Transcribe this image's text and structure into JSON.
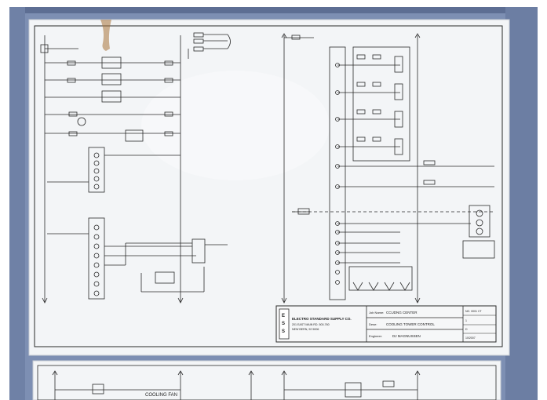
{
  "photo": {
    "subject": "",
    "colors": {
      "wall": "#7d8fb3",
      "wall_dark": "#5d6e93",
      "sheet": "#f3f5f7",
      "line": "#2a2a2a",
      "rust": "#a8733a"
    }
  },
  "title_block": {
    "company": "ELECTRO STANDARD SUPPLY CO.",
    "address_1": "201 EAST MAIN RD. 500-760",
    "address_2": "NEW BERN, 92 5006",
    "job_label": "Job Name:",
    "job_value": "CCUDNG CENTER",
    "desc_label": "Dese:",
    "desc_value": "COOLING TOWER CONTROL",
    "engineer_label": "Engineer:",
    "engineer_value": "DJ MAGNUSSEN",
    "dwg_no": "NO. 0001 CT",
    "sheet": "1",
    "rev": "D",
    "date": "10/2007"
  },
  "lower_sheet": {
    "label": "COOLING FAN"
  }
}
